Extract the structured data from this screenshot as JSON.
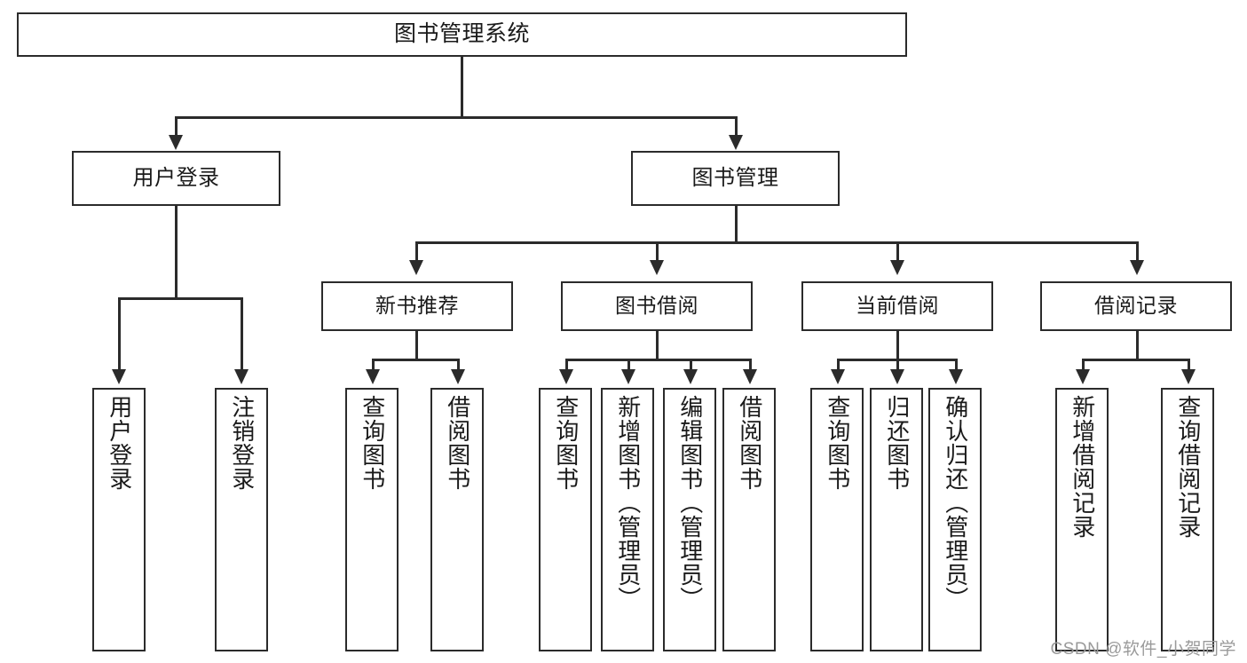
{
  "diagram": {
    "type": "tree",
    "title": "图书管理系统",
    "watermark": "CSDN @软件_小贺同学",
    "colors": {
      "stroke": "#2b2b2b",
      "fill": "#ffffff",
      "text": "#1a1a1a",
      "watermark": "#9a9a9a"
    },
    "root": {
      "label": "图书管理系统"
    },
    "level2": [
      {
        "label": "用户登录"
      },
      {
        "label": "图书管理"
      }
    ],
    "level3": [
      {
        "label": "新书推荐"
      },
      {
        "label": "图书借阅"
      },
      {
        "label": "当前借阅"
      },
      {
        "label": "借阅记录"
      }
    ],
    "leaves": {
      "user_login": [
        {
          "label": "用户登录"
        },
        {
          "label": "注销登录"
        }
      ],
      "new_book": [
        {
          "label": "查询图书"
        },
        {
          "label": "借阅图书"
        }
      ],
      "book_borrow": [
        {
          "label": "查询图书"
        },
        {
          "label": "新增图书（管理员）"
        },
        {
          "label": "编辑图书（管理员）"
        },
        {
          "label": "借阅图书"
        }
      ],
      "current_borrow": [
        {
          "label": "查询图书"
        },
        {
          "label": "归还图书"
        },
        {
          "label": "确认归还（管理员）"
        }
      ],
      "borrow_record": [
        {
          "label": "新增借阅记录"
        },
        {
          "label": "查询借阅记录"
        }
      ]
    }
  }
}
